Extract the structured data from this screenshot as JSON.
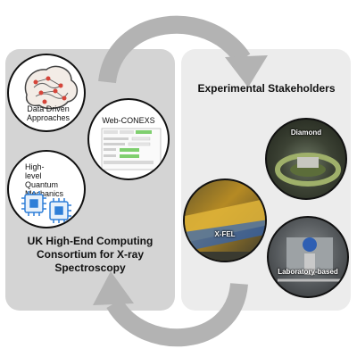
{
  "left_panel": {
    "title_lines": [
      "UK High-End Computing",
      "Consortium for X-ray",
      "Spectroscopy"
    ],
    "circles": {
      "data_driven": {
        "lines": [
          "Data Driven",
          "Approaches"
        ],
        "icon": "brain-network-icon"
      },
      "web_conexs": {
        "title": "Web-CONEXS",
        "icon": "web-interface-screenshot"
      },
      "quantum": {
        "lines": [
          "High-level",
          "Quantum",
          "Mechanics"
        ],
        "icon": "cpu-chip-icon"
      }
    }
  },
  "right_panel": {
    "title": "Experimental Stakeholders",
    "photos": {
      "diamond": {
        "label": "Diamond"
      },
      "xfel": {
        "label": "X-FEL"
      },
      "lab": {
        "label": "Laboratory-based"
      }
    }
  },
  "colors": {
    "left_panel": "#d4d4d4",
    "right_panel": "#ececec",
    "arrow": "#b3b3b3",
    "accent_red": "#d6453a",
    "chip_blue": "#2f7fd8"
  }
}
